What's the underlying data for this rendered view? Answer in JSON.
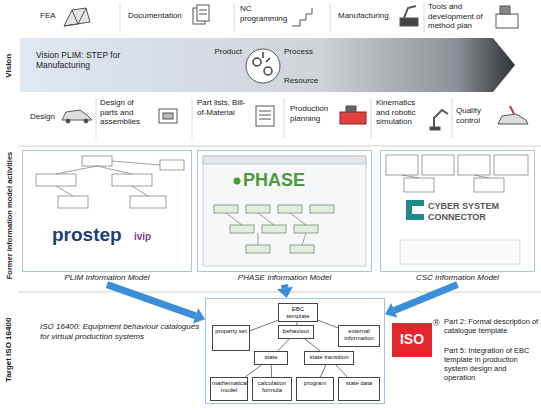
{
  "diagram": {
    "nodes": [
      {
        "text": [
          "Vision PLIM: STEP for Manufacturing"
        ]
      },
      {
        "text": [
          "PLIM Information Model"
        ]
      },
      {
        "text": [
          "PHASE Information Model"
        ]
      },
      {
        "text": [
          "CSC Information Model"
        ]
      },
      {
        "text": []
      },
      {
        "text": [
          "EBC template"
        ],
        "in": 4
      },
      {
        "text": [
          "property set"
        ],
        "in": 4
      },
      {
        "text": [
          "behaviour"
        ],
        "in": 4
      },
      {
        "text": [
          "external information"
        ],
        "in": 4
      },
      {
        "text": [
          "state"
        ],
        "in": 4
      },
      {
        "text": [
          "state transition"
        ],
        "in": 4
      },
      {
        "text": [
          "mathematical model"
        ],
        "in": 4
      },
      {
        "text": [
          "calculation formula"
        ],
        "in": 4
      },
      {
        "text": [
          "program"
        ],
        "in": 4
      },
      {
        "text": [
          "state data"
        ],
        "in": 4
      }
    ],
    "edges": [
      {
        "from": 1,
        "to": 4,
        "arrow": "to"
      },
      {
        "from": 2,
        "to": 4,
        "arrow": "to"
      },
      {
        "from": 3,
        "to": 4,
        "arrow": "to"
      },
      {
        "from": 5,
        "to": 6,
        "arrow": "none"
      },
      {
        "from": 5,
        "to": 7,
        "arrow": "none"
      },
      {
        "from": 5,
        "to": 8,
        "arrow": "none"
      },
      {
        "from": 7,
        "to": 9,
        "arrow": "none"
      },
      {
        "from": 7,
        "to": 10,
        "arrow": "none"
      },
      {
        "from": 9,
        "to": 11,
        "arrow": "none"
      },
      {
        "from": 9,
        "to": 12,
        "arrow": "none"
      },
      {
        "from": 10,
        "to": 13,
        "arrow": "none"
      },
      {
        "from": 10,
        "to": 14,
        "arrow": "none"
      }
    ],
    "labels": [
      "FEA",
      "Documentation",
      "NC programming",
      "Manufacturing",
      "Tools and development of method plan",
      "Product",
      "Process",
      "Resource",
      "Design",
      "Design of parts and assemblies",
      "Part lists, Bill-of-Material",
      "Production planning",
      "Kinematics and robotic simulation",
      "Quality control",
      "Vision",
      "Former information model activities",
      "Target ISO 16400",
      "prostep",
      "ivip",
      "PHASE",
      "CYBER SYSTEM",
      "CONNECTOR",
      "ISO 16400: Equipment behaviour catalogues for virtual production systems",
      "ISO",
      "®",
      "Part 2: Formal description of catalogue template",
      "Part 5: Integration of EBC template in production system design and operation"
    ]
  }
}
